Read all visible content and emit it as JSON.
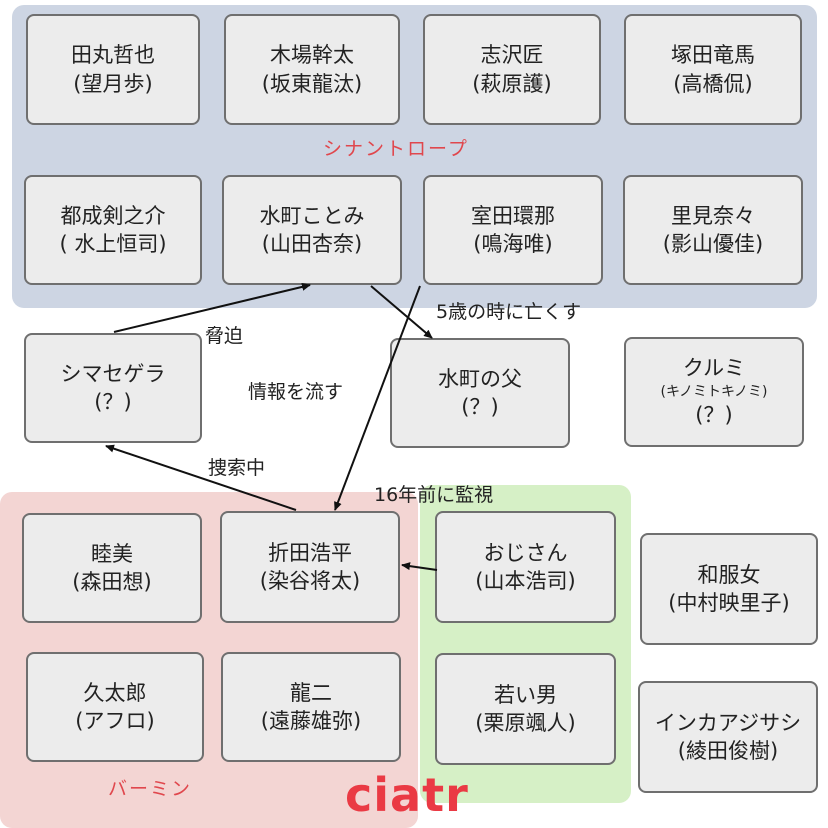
{
  "groups": {
    "sinantrope": "シナントロープ",
    "bamin": "バーミン"
  },
  "characters": [
    {
      "id": "tamaru",
      "name": "田丸哲也",
      "actor": "(望月歩)"
    },
    {
      "id": "kiba",
      "name": "木場幹太",
      "actor": "(坂東龍汰)"
    },
    {
      "id": "shizawa",
      "name": "志沢匠",
      "actor": "(萩原護)"
    },
    {
      "id": "tsukada",
      "name": "塚田竜馬",
      "actor": "(高橋侃)"
    },
    {
      "id": "tonari",
      "name": "都成剣之介",
      "actor": "( 水上恒司)"
    },
    {
      "id": "mizumachi",
      "name": "水町ことみ",
      "actor": "(山田杏奈)"
    },
    {
      "id": "murota",
      "name": "室田環那",
      "actor": "(鳴海唯)"
    },
    {
      "id": "satomi",
      "name": "里見奈々",
      "actor": "(影山優佳)"
    },
    {
      "id": "shimasegera",
      "name": "シマセゲラ",
      "actor": "(？)"
    },
    {
      "id": "mizumachi_father",
      "name": "水町の父",
      "actor": "(？)"
    },
    {
      "id": "kurumi",
      "name": "クルミ",
      "sub": "(キノミトキノミ)",
      "actor": "(？)"
    },
    {
      "id": "mutsumi",
      "name": "睦美",
      "actor": "(森田想)"
    },
    {
      "id": "orita",
      "name": "折田浩平",
      "actor": "(染谷将太)"
    },
    {
      "id": "ojisan",
      "name": "おじさん",
      "actor": "(山本浩司)"
    },
    {
      "id": "wafukuonna",
      "name": "和服女",
      "actor": "(中村映里子)"
    },
    {
      "id": "kyutaro",
      "name": "久太郎",
      "actor": "(アフロ)"
    },
    {
      "id": "ryuji",
      "name": "龍二",
      "actor": "(遠藤雄弥)"
    },
    {
      "id": "wakaiotoko",
      "name": "若い男",
      "actor": "(栗原颯人)"
    },
    {
      "id": "inka",
      "name": "インカアジサシ",
      "actor": "(綾田俊樹)"
    }
  ],
  "edges": [
    {
      "id": "threat",
      "label": "脅迫"
    },
    {
      "id": "died",
      "label": "5歳の時に亡くす"
    },
    {
      "id": "leak",
      "label": "情報を流す"
    },
    {
      "id": "search",
      "label": "捜索中"
    },
    {
      "id": "watch",
      "label": "16年前に監視"
    }
  ],
  "brand": "ciatr"
}
